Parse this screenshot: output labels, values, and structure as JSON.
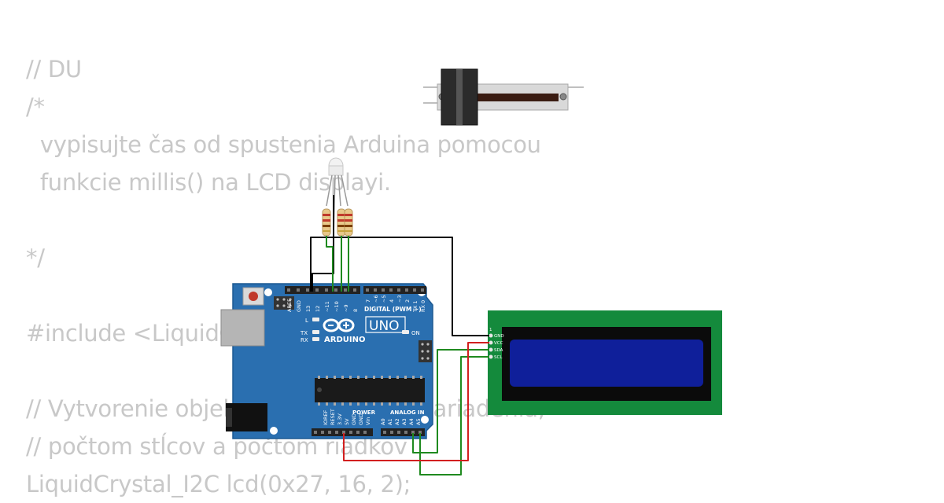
{
  "code": {
    "lines": [
      "// DU",
      "/*",
      "  vypisujte čas od spustenia Arduina pomocou",
      "  funkcie millis() na LCD displayi.",
      "",
      "*/",
      "",
      "#include <LiquidCrystal_I2C.h>",
      "",
      "// Vytvorenie objektu lcd s adresou zariadenia,",
      "// počtom stĺcov a počtom riadkov",
      "LiquidCrystal_I2C lcd(0x27, 16, 2);"
    ]
  },
  "arduino": {
    "brand": "ARDUINO",
    "model": "UNO",
    "digital_label": "DIGITAL (PWM ~)",
    "analog_label": "ANALOG IN",
    "power_label": "POWER",
    "on_label": "ON",
    "l_label": "L",
    "tx_label": "TX",
    "rx_label": "RX",
    "top_pins": [
      "AREF",
      "GND",
      "13",
      "12",
      "~11",
      "~10",
      "~9",
      "8"
    ],
    "top_pins_right": [
      "7",
      "~6",
      "~5",
      "4",
      "~3",
      "2",
      "TX 1",
      "RX 0"
    ],
    "power_pins": [
      "IOREF",
      "RESET",
      "3.3V",
      "5V",
      "GND",
      "GND",
      "Vin"
    ],
    "analog_pins": [
      "A0",
      "A1",
      "A2",
      "A3",
      "A4",
      "A5"
    ]
  },
  "lcd": {
    "pin_one": "1",
    "pins": [
      "GND",
      "VCC",
      "SDA",
      "SCL"
    ]
  },
  "colors": {
    "board": "#2a6fb0",
    "lcd_pcb": "#148a3c",
    "lcd_screen": "#0f1f9a",
    "wire_black": "#000000",
    "wire_green": "#1f8a1f",
    "wire_red": "#d21f1f",
    "code_text": "#c8c8c8"
  }
}
